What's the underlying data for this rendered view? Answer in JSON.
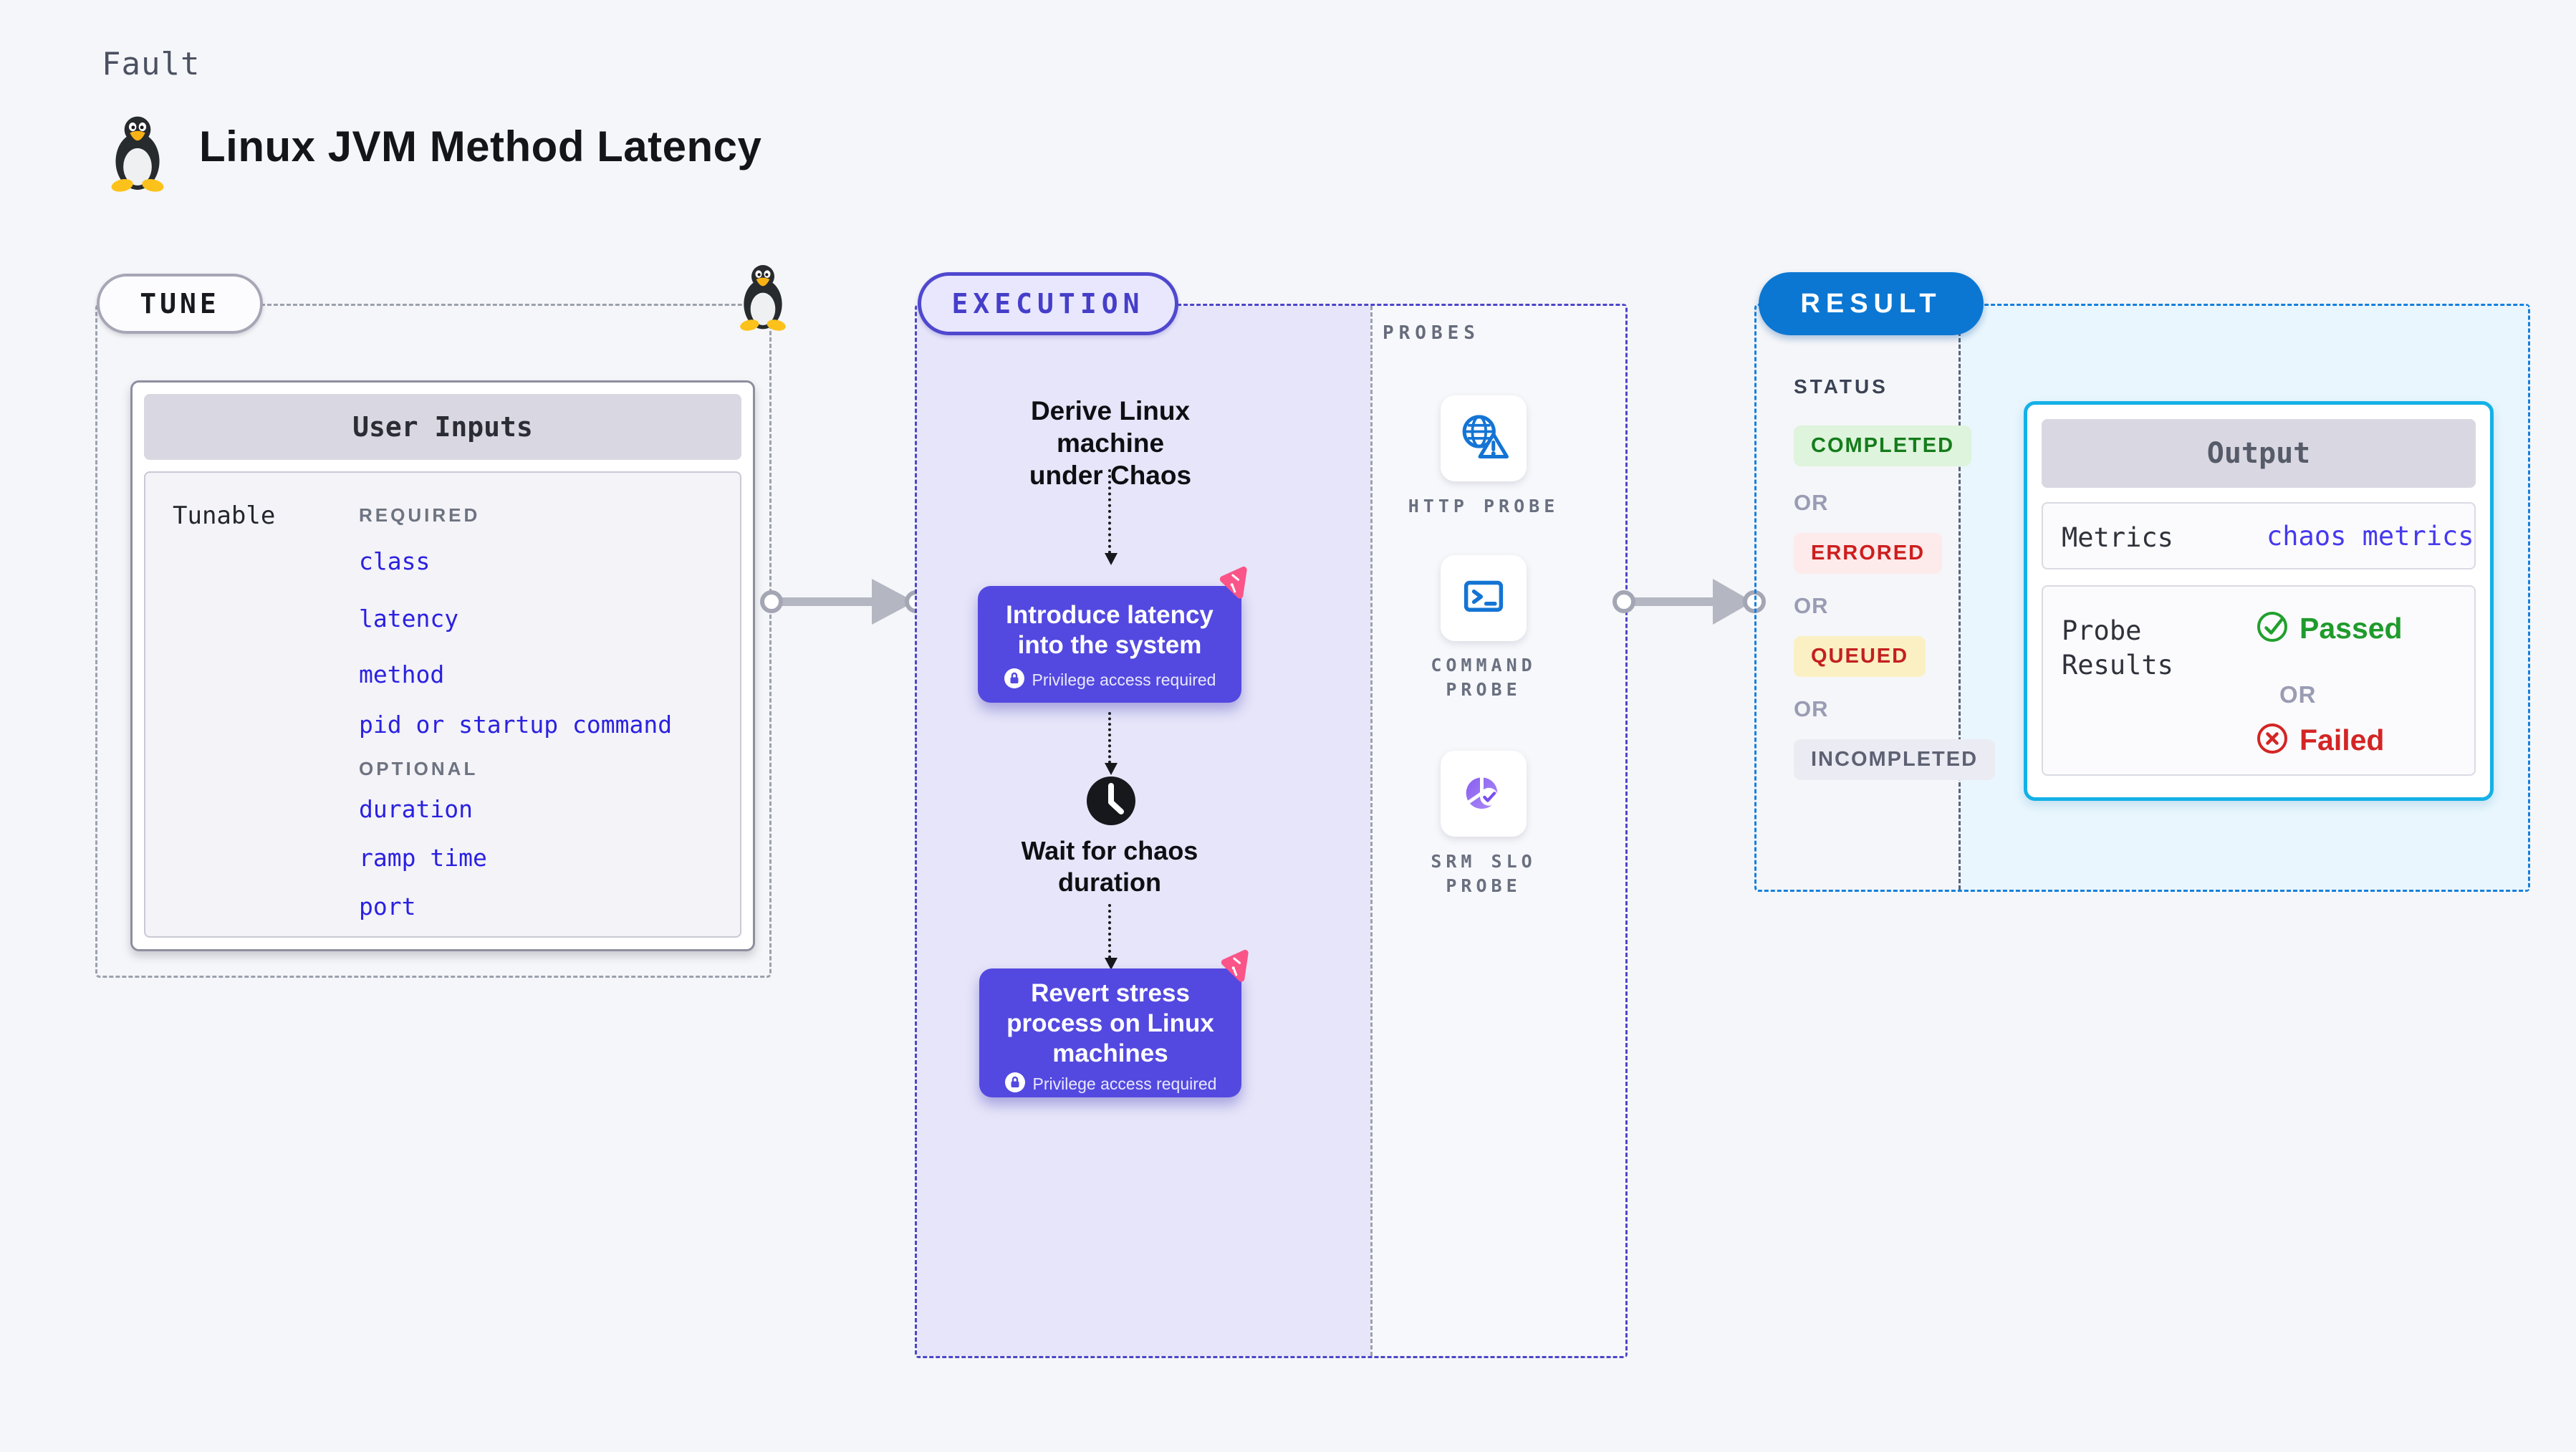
{
  "header": {
    "eyebrow": "Fault",
    "title": "Linux JVM Method Latency"
  },
  "tune": {
    "pill": "TUNE",
    "user_inputs": {
      "header": "User Inputs",
      "row_label": "Tunable",
      "required_label": "REQUIRED",
      "required_items": [
        "class",
        "latency",
        "method",
        "pid or startup command"
      ],
      "optional_label": "OPTIONAL",
      "optional_items": [
        "duration",
        "ramp time",
        "port"
      ]
    }
  },
  "execution": {
    "pill": "EXECUTION",
    "step1": {
      "lines": [
        "Derive Linux machine",
        "under Chaos"
      ]
    },
    "action1": {
      "lines": [
        "Introduce latency",
        "into the system"
      ],
      "badge": "Privilege access required"
    },
    "wait_step": {
      "lines": [
        "Wait for chaos",
        "duration"
      ]
    },
    "action2": {
      "lines": [
        "Revert stress",
        "process on Linux",
        "machines"
      ],
      "badge": "Privilege access required"
    },
    "probes": {
      "label": "PROBES",
      "items": [
        {
          "icon": "globe-alert-icon",
          "lines": [
            "HTTP PROBE"
          ]
        },
        {
          "icon": "terminal-icon",
          "lines": [
            "COMMAND",
            "PROBE"
          ]
        },
        {
          "icon": "slo-pie-check-icon",
          "lines": [
            "SRM SLO",
            "PROBE"
          ]
        }
      ]
    }
  },
  "result": {
    "pill": "RESULT",
    "status_label": "STATUS",
    "or": "OR",
    "statuses": [
      {
        "label": "COMPLETED",
        "bg": "#def4dc",
        "color": "#157c1b"
      },
      {
        "label": "ERRORED",
        "bg": "#fdeaea",
        "color": "#cd1e1e"
      },
      {
        "label": "QUEUED",
        "bg": "#fbf0c3",
        "color": "#c32020"
      },
      {
        "label": "INCOMPLETED",
        "bg": "#ebebf3",
        "color": "#5d6172"
      }
    ],
    "output": {
      "header": "Output",
      "metrics_label": "Metrics",
      "metrics_link": "chaos metrics",
      "probe_results_lines": [
        "Probe",
        "Results"
      ],
      "passed": "Passed",
      "or": "OR",
      "failed": "Failed"
    }
  },
  "colors": {
    "page_bg": "#f5f6f9",
    "indigo_card": "#5349e0",
    "indigo_border": "#4c46ca",
    "lavender_bg": "#e6e5f9",
    "pink_logo": "#fa5488",
    "tune_border": "#9ba1ad",
    "result_pill_blue": "#0b77d3",
    "result_dash_blue": "#1480de",
    "output_border_cyan": "#14b1e7",
    "output_panel_bg": "#e9f6fd",
    "link_blue": "#2b21e0",
    "metrics_link_blue": "#4639ee",
    "probe_icon_blue": "#1474d4",
    "slo_purple": "#8a5ff0",
    "passed_green": "#1f9b2c",
    "failed_red": "#d32524",
    "arrow_gray": "#b4b6c2"
  }
}
